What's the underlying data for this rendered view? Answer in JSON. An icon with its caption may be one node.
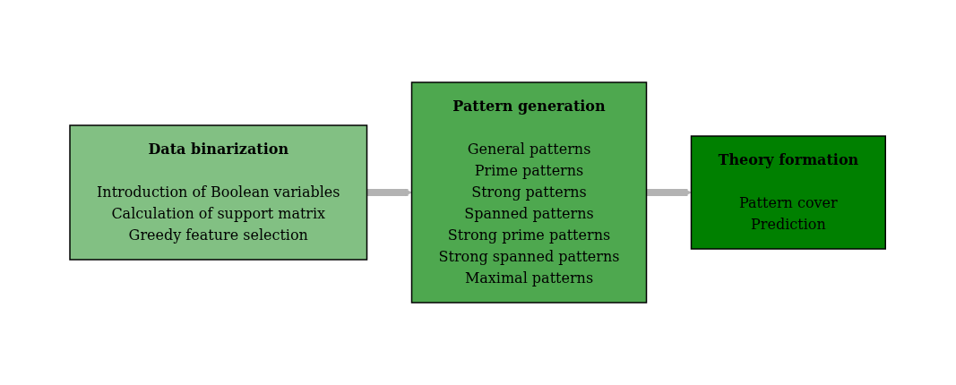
{
  "diagram": {
    "nodes": [
      {
        "text": [
          "Data binarization",
          "Introduction of Boolean variables",
          "Calculation of support matrix",
          "Greedy feature selection"
        ]
      },
      {
        "text": [
          "Pattern generation",
          "General patterns",
          "Prime patterns",
          "Strong patterns",
          "Spanned patterns",
          "Strong prime patterns",
          "Strong spanned patterns",
          "Maximal patterns"
        ]
      },
      {
        "text": [
          "Theory formation",
          "Pattern cover",
          "Prediction"
        ]
      }
    ],
    "edges": [
      {
        "from": 0,
        "to": 1,
        "arrow": "to"
      },
      {
        "from": 1,
        "to": 2,
        "arrow": "to"
      }
    ]
  }
}
